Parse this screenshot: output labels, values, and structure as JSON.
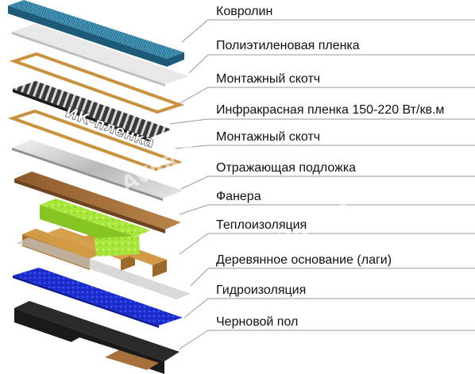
{
  "layers": [
    {
      "label": "Ковролин"
    },
    {
      "label": "Полиэтиленовая пленка"
    },
    {
      "label": "Монтажный скотч"
    },
    {
      "label": "Инфракрасная пленка 150-220 Вт/кв.м"
    },
    {
      "label": "Монтажный скотч"
    },
    {
      "label": "Отражающая подложка"
    },
    {
      "label": "Фанера"
    },
    {
      "label": "Теплоизоляция"
    },
    {
      "label": "Деревянное основание (лаги)"
    },
    {
      "label": "Гидроизоляция"
    },
    {
      "label": "Черновой пол"
    }
  ],
  "film_text": "ИК-пленка",
  "watermark": "AVARIT",
  "colors": {
    "carpet": "#2f7da0",
    "film": "#e6e6e6",
    "tape": "#c8923e",
    "ir_dark": "#2b2b2b",
    "reflective": "#c9c9c9",
    "plywood": "#a8703a",
    "insulation": "#a8e63c",
    "joist": "#d19a45",
    "waterproof": "#1d2fd0",
    "subfloor": "#2a2a2a"
  }
}
